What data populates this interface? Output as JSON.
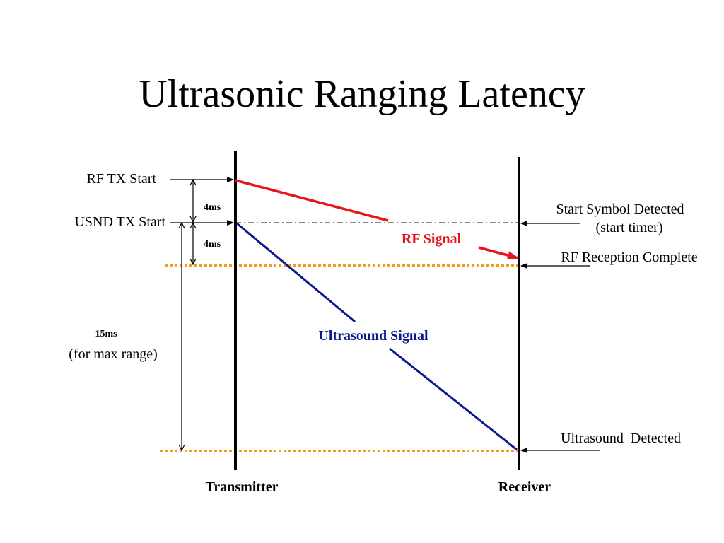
{
  "title": "Ultrasonic Ranging Latency",
  "labels": {
    "rf_tx_start": "RF TX Start",
    "usnd_tx_start": "USND TX Start",
    "gap1": "4ms",
    "gap2": "4ms",
    "total": "15ms",
    "total_note": "(for max range)",
    "start_symbol": "Start Symbol Detected",
    "start_timer": "(start timer)",
    "rf_reception_complete": "RF Reception Complete",
    "ultrasound_detected": "Ultrasound  Detected",
    "rf_signal": "RF Signal",
    "ultrasound_signal": "Ultrasound Signal",
    "transmitter": "Transmitter",
    "receiver": "Receiver"
  },
  "colors": {
    "rf_signal": "#e8141b",
    "ultrasound_signal": "#0a1a8c",
    "dotted_guide": "#f59a1b",
    "axis": "#000000"
  }
}
